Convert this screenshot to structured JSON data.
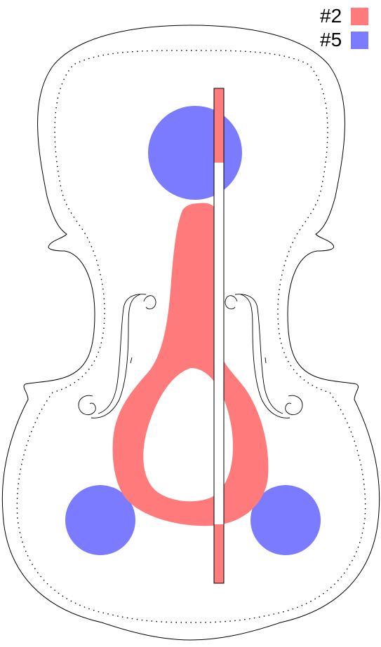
{
  "legend": {
    "items": [
      {
        "label": "#2",
        "color": "#ff7b7b"
      },
      {
        "label": "#5",
        "color": "#7b7bff"
      }
    ]
  },
  "colors": {
    "mode_2": "#ff7b7b",
    "mode_5": "#7b7bff",
    "outline": "#000000",
    "background": "#ffffff"
  },
  "icons": [
    "violin-body-outline",
    "f-hole-left",
    "f-hole-right"
  ]
}
